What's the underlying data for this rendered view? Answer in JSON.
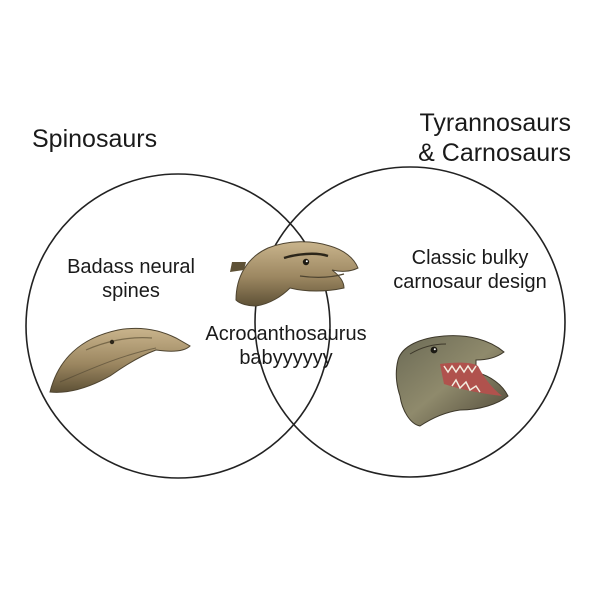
{
  "diagram": {
    "type": "venn",
    "sets": {
      "left": {
        "title": "Spinosaurs"
      },
      "right": {
        "title": "Tyrannosaurs & Carnosaurs"
      }
    },
    "regions": {
      "left_only": "Badass neural spines",
      "right_only": "Classic bulky carnosaur design",
      "intersection": "Acrocanthosaurus babyyyyyy"
    },
    "colors": {
      "outline": "#222222",
      "skin_light": "#b39c74",
      "skin_dark": "#5e5136",
      "mouth": "#b0524d",
      "teeth": "#f3ede0"
    },
    "images": [
      "spinosaur-head-icon",
      "acrocanthosaurus-head-icon",
      "carnosaur-head-icon"
    ]
  }
}
